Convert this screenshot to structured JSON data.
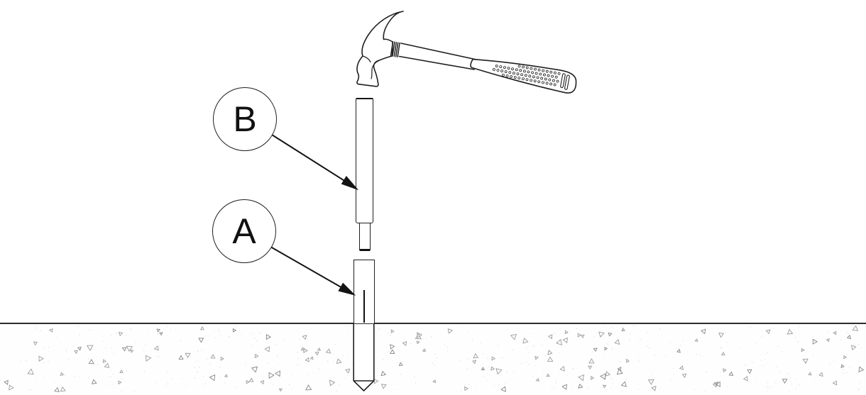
{
  "diagram": {
    "callouts": [
      {
        "label": "B"
      },
      {
        "label": "A"
      }
    ],
    "icons": [
      "hammer-icon",
      "drive-tool-graphic",
      "anchor-graphic",
      "ground-texture"
    ],
    "colors": {
      "line": "#1f1f1f",
      "ground_line": "#2b2b2b",
      "texture_triangle": "#9b9b9b",
      "texture_triangle_dark": "#858585",
      "texture_speck": "#e3e3e3",
      "background": "#ffffff"
    }
  }
}
